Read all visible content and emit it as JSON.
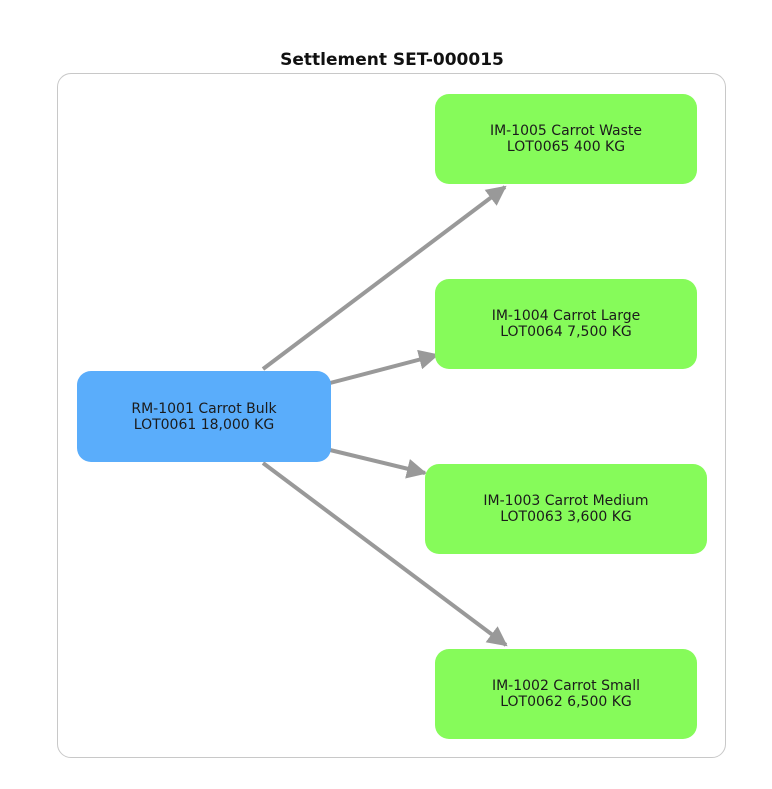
{
  "title": "Settlement SET-000015",
  "colors": {
    "source": "#5aadfb",
    "target": "#86fb5a",
    "edge": "#999999",
    "frame": "#c8c8c8"
  },
  "nodes": {
    "source": {
      "line1": "RM-1001 Carrot Bulk",
      "line2": "LOT0061 18,000 KG"
    },
    "t1005": {
      "line1": "IM-1005 Carrot Waste",
      "line2": "LOT0065 400 KG"
    },
    "t1004": {
      "line1": "IM-1004 Carrot Large",
      "line2": "LOT0064 7,500 KG"
    },
    "t1003": {
      "line1": "IM-1003 Carrot Medium",
      "line2": "LOT0063 3,600 KG"
    },
    "t1002": {
      "line1": "IM-1002 Carrot Small",
      "line2": "LOT0062 6,500 KG"
    }
  },
  "edges": [
    {
      "from": "source",
      "to": "t1005"
    },
    {
      "from": "source",
      "to": "t1004"
    },
    {
      "from": "source",
      "to": "t1003"
    },
    {
      "from": "source",
      "to": "t1002"
    }
  ]
}
